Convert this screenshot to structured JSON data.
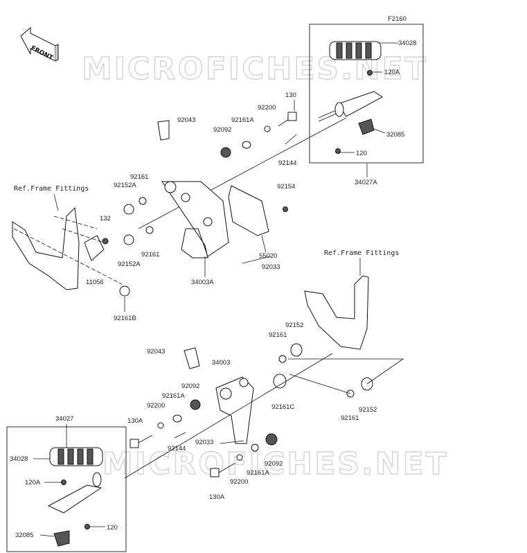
{
  "diagram_code": "F2160",
  "front_badge": "FRONT",
  "watermark": "MICROFICHES.NET",
  "ref_labels": {
    "upper": "Ref.Frame Fittings",
    "lower": "Ref.Frame Fittings"
  },
  "parts_upper": {
    "p34028": "34028",
    "p120A": "120A",
    "p32085": "32085",
    "p120": "120",
    "p34027A": "34027A",
    "p130": "130",
    "p92200": "92200",
    "p92161A": "92161A",
    "p92092": "92092",
    "p92043": "92043",
    "p92144": "92144",
    "p92154": "92154",
    "p92161": "92161",
    "p92152A": "92152A",
    "p132": "132",
    "p11056": "11056",
    "p92161b": "92161",
    "p92152A_b": "92152A",
    "p34003A": "34003A",
    "p55020": "55020",
    "p92033": "92033",
    "p92161B": "92161B"
  },
  "parts_lower": {
    "p92152": "92152",
    "p92161": "92161",
    "p92043": "92043",
    "p34003": "34003",
    "p92092": "92092",
    "p92161A": "92161A",
    "p92200": "92200",
    "p130A": "130A",
    "p92161C": "92161C",
    "p92161b": "92161",
    "p92152b": "92152",
    "p92033": "92033",
    "p92144": "92144",
    "p92092b": "92092",
    "p92161Ab": "92161A",
    "p92200b": "92200",
    "p130Ab": "130A",
    "p34027": "34027",
    "p34028": "34028",
    "p120A": "120A",
    "p120": "120",
    "p32085": "32085"
  }
}
